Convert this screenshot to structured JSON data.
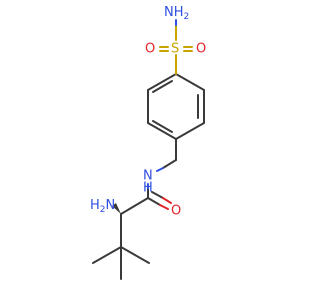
{
  "molecule": {
    "atoms": {
      "sulfonamide_n": "NH",
      "sulfonamide_n_sub": "2",
      "sulfur": "S",
      "oxygen_left": "O",
      "oxygen_right": "O",
      "amide_n": "N",
      "amide_h": "H",
      "amine": "H",
      "amine_sub": "2",
      "amine_n": "N",
      "carbonyl_o": "O"
    },
    "colors": {
      "carbon_bond": "#3a3a3a",
      "nitrogen": "#3050e0",
      "oxygen": "#e0262a",
      "sulfur": "#c9a400"
    }
  }
}
